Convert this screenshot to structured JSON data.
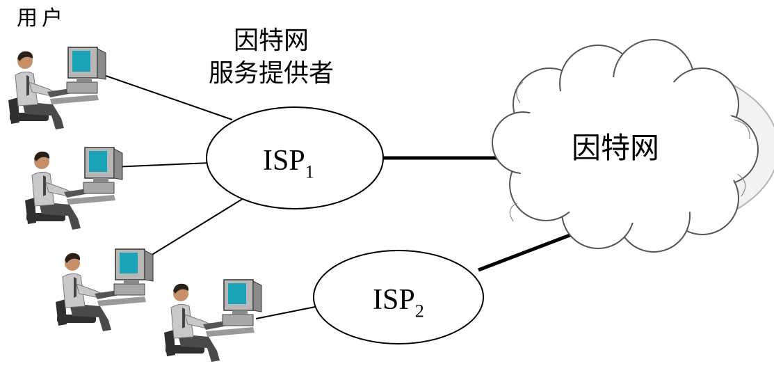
{
  "labels": {
    "users": "用户",
    "isp_provider_line1": "因特网",
    "isp_provider_line2": "服务提供者",
    "isp1_main": "ISP",
    "isp1_sub": "1",
    "isp2_main": "ISP",
    "isp2_sub": "2",
    "internet": "因特网"
  },
  "colors": {
    "screen": "#1ba3b8",
    "monitor": "#b8b8b8",
    "shirt": "#c9c9c9",
    "chair": "#2f2f2f",
    "ellipse_fill": "#ffffff",
    "line": "#000000"
  },
  "icons": [
    "user-computer-icon",
    "cloud-icon"
  ]
}
